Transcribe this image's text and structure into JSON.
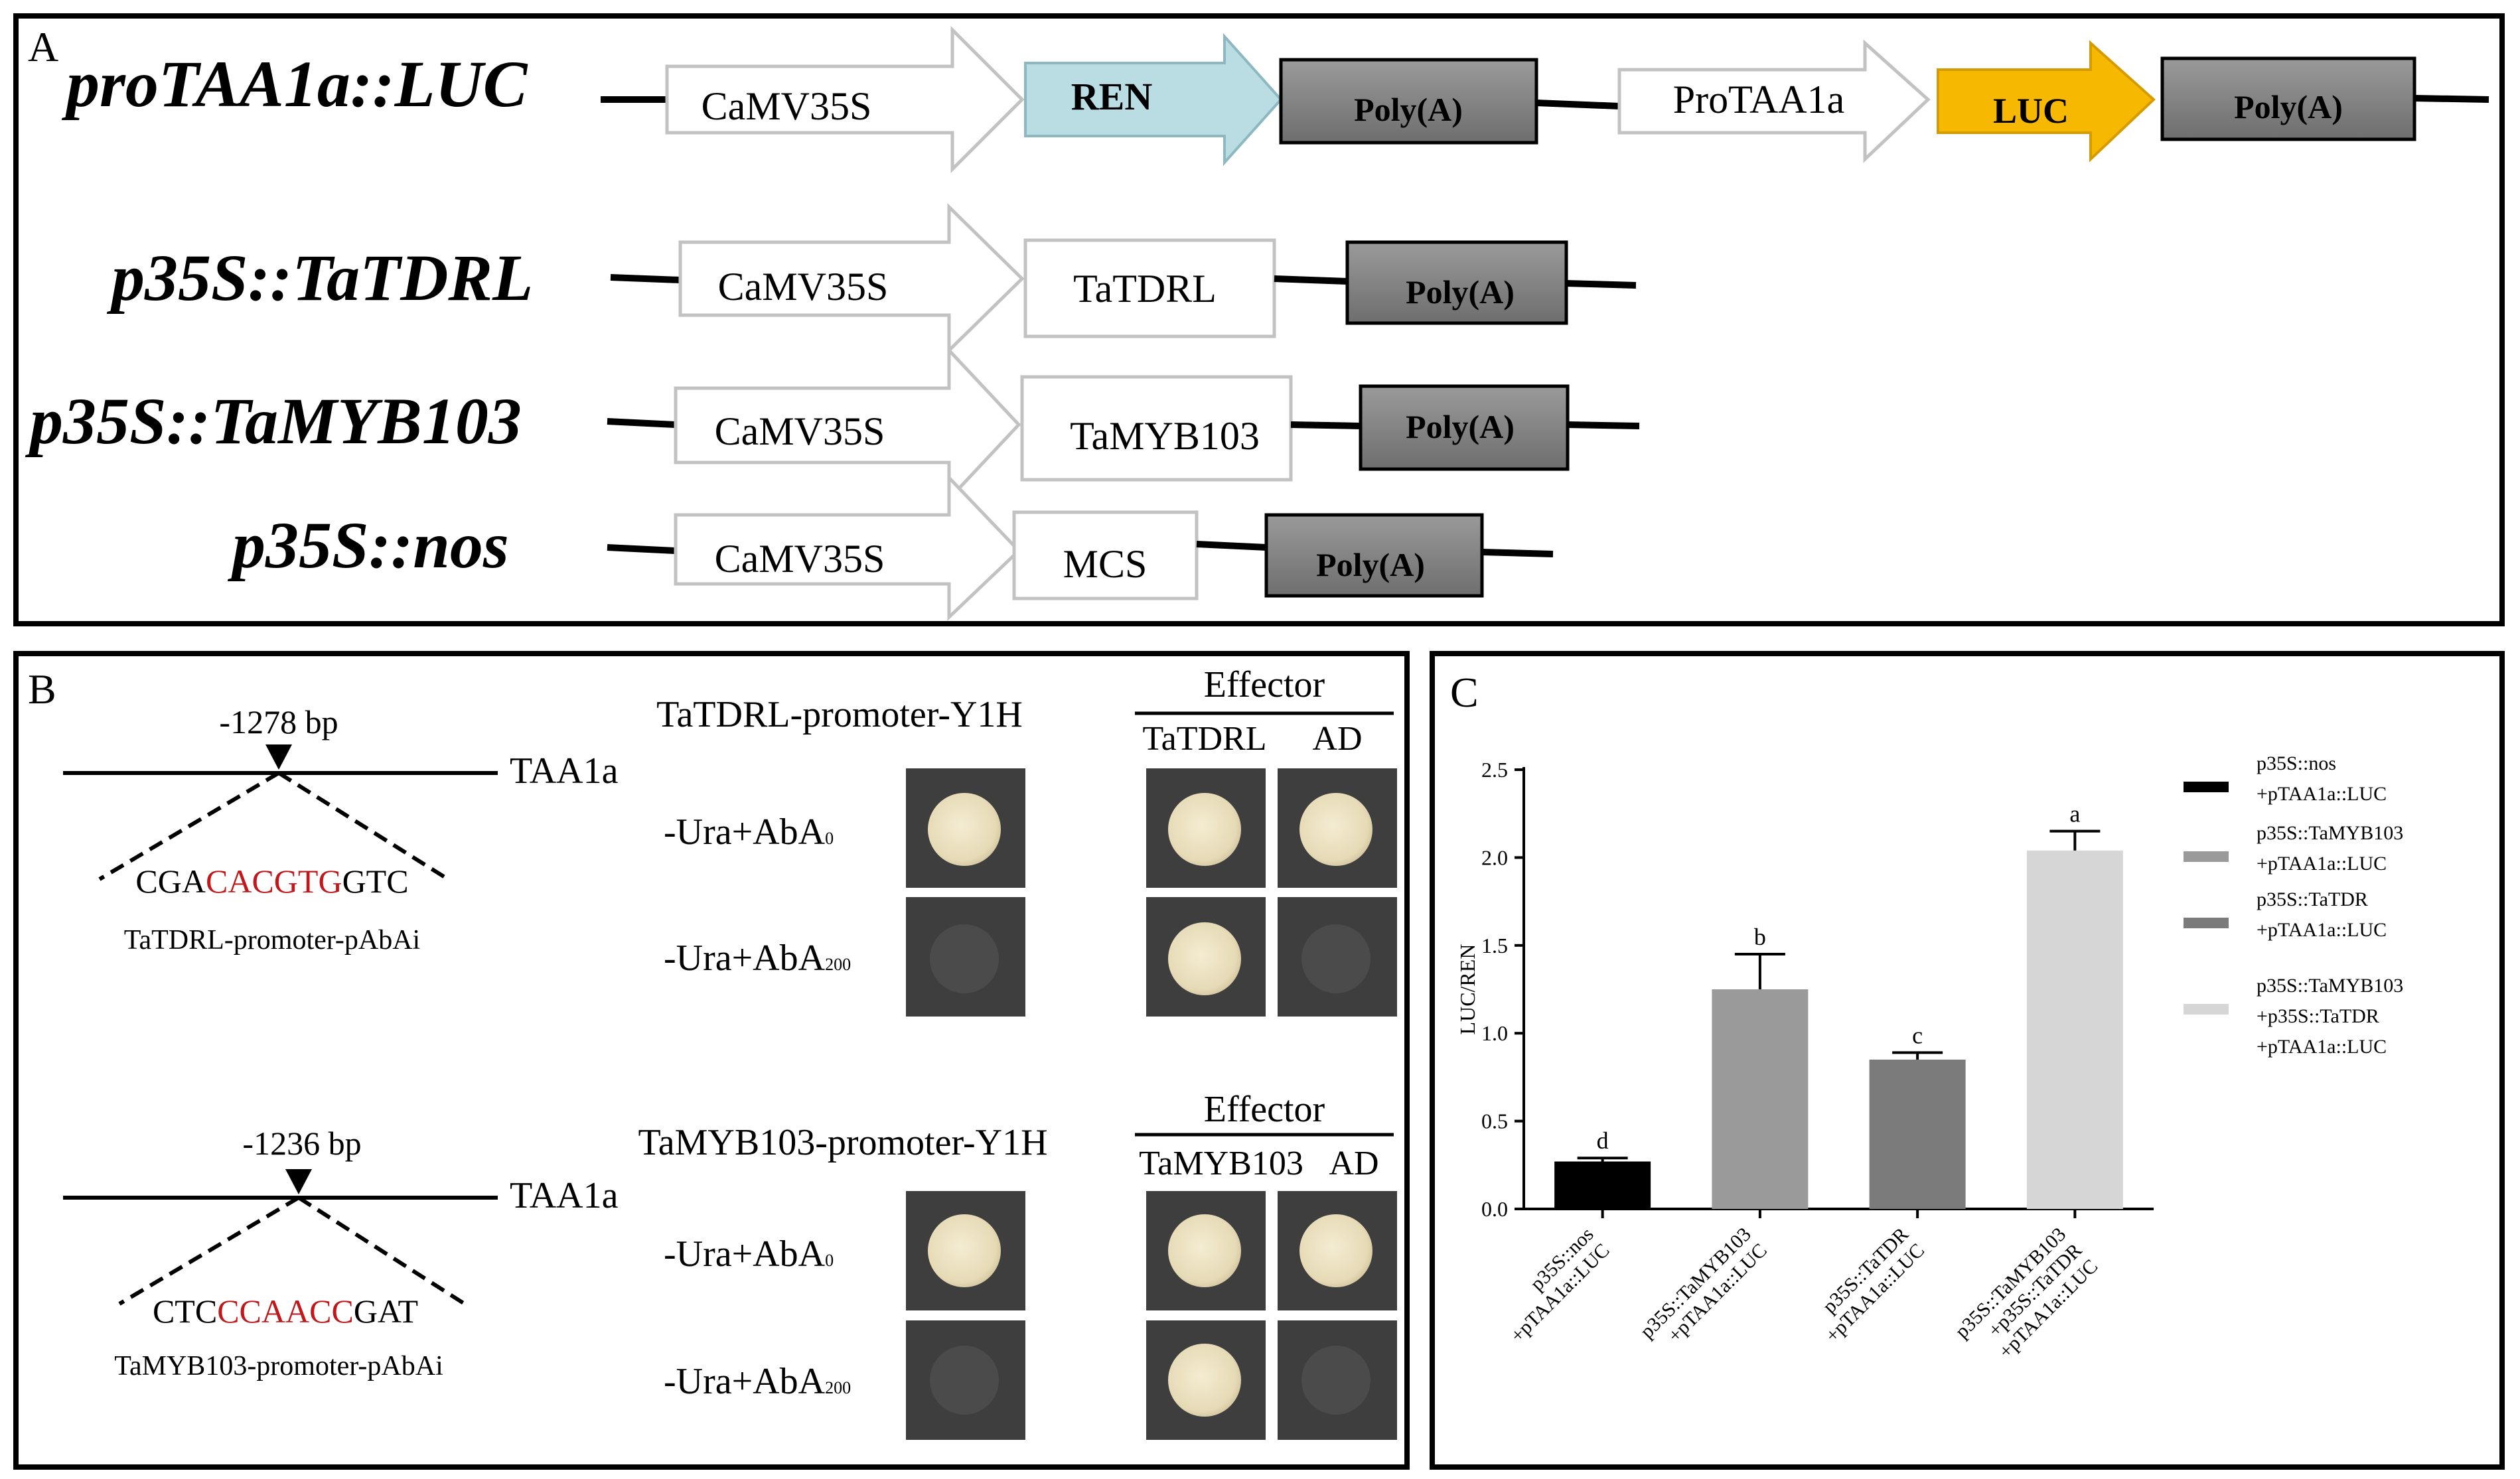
{
  "panel_a": {
    "letter": "A",
    "constructs": [
      {
        "name": "proTAA1a::LUC",
        "parts": [
          {
            "label": "CaMV35S",
            "kind": "promoter-arrow"
          },
          {
            "label": "REN",
            "kind": "reporter-arrow",
            "color": "#b9dde3"
          },
          {
            "label": "Poly(A)",
            "kind": "terminator"
          },
          {
            "label": "ProTAA1a",
            "kind": "promoter-arrow"
          },
          {
            "label": "LUC",
            "kind": "reporter-arrow",
            "color": "#f6b800"
          },
          {
            "label": "Poly(A)",
            "kind": "terminator"
          }
        ]
      },
      {
        "name": "p35S::TaTDRL",
        "parts": [
          {
            "label": "CaMV35S",
            "kind": "promoter-arrow"
          },
          {
            "label": "TaTDRL",
            "kind": "box"
          },
          {
            "label": "Poly(A)",
            "kind": "terminator"
          }
        ]
      },
      {
        "name": "p35S::TaMYB103",
        "parts": [
          {
            "label": "CaMV35S",
            "kind": "promoter-arrow"
          },
          {
            "label": "TaMYB103",
            "kind": "box"
          },
          {
            "label": "Poly(A)",
            "kind": "terminator"
          }
        ]
      },
      {
        "name": "p35S::nos",
        "parts": [
          {
            "label": "CaMV35S",
            "kind": "promoter-arrow"
          },
          {
            "label": "MCS",
            "kind": "box"
          },
          {
            "label": "Poly(A)",
            "kind": "terminator"
          }
        ]
      }
    ]
  },
  "panel_b": {
    "letter": "B",
    "assays": [
      {
        "site": "-1278 bp",
        "gene": "TAA1a",
        "seq_left": "CGA",
        "seq_motif": "CACGTG",
        "seq_right": "GTC",
        "bait": "TaTDRL-promoter-pAbAi",
        "title": "TaTDRL-promoter-Y1H",
        "effector_label": "Effector",
        "effector_cols": [
          "TaTDRL",
          "AD"
        ],
        "rows": [
          {
            "medium": "-Ura+AbA",
            "conc": "0",
            "growth": [
              true,
              true,
              true
            ]
          },
          {
            "medium": "-Ura+AbA",
            "conc": "200",
            "growth": [
              false,
              true,
              false
            ]
          }
        ]
      },
      {
        "site": "-1236 bp",
        "gene": "TAA1a",
        "seq_left": "CTC",
        "seq_motif": "CCAACC",
        "seq_right": "GAT",
        "bait": "TaMYB103-promoter-pAbAi",
        "title": "TaMYB103-promoter-Y1H",
        "effector_label": "Effector",
        "effector_cols": [
          "TaMYB103",
          "AD"
        ],
        "rows": [
          {
            "medium": "-Ura+AbA",
            "conc": "0",
            "growth": [
              true,
              true,
              true
            ]
          },
          {
            "medium": "-Ura+AbA",
            "conc": "200",
            "growth": [
              false,
              true,
              false
            ]
          }
        ]
      }
    ],
    "colors": {
      "motif": "#c0181b",
      "colony": "#ece2c2",
      "plate": "#3e3e3e"
    }
  },
  "panel_c": {
    "letter": "C",
    "chart_data": {
      "type": "bar",
      "ylabel": "LUC/REN",
      "ylim": [
        0,
        2.5
      ],
      "yticks": [
        "0.0",
        "0.5",
        "1.0",
        "1.5",
        "2.0",
        "2.5"
      ],
      "categories": [
        [
          "p35S::nos",
          "+pTAA1a::LUC"
        ],
        [
          "p35S::TaMYB103",
          "+pTAA1a::LUC"
        ],
        [
          "p35S::TaTDR",
          "+pTAA1a::LUC"
        ],
        [
          "p35S::TaMYB103",
          "+p35S::TaTDR",
          "+pTAA1a::LUC"
        ]
      ],
      "values": [
        0.27,
        1.25,
        0.85,
        2.04
      ],
      "errors": [
        0.02,
        0.2,
        0.04,
        0.11
      ],
      "significance": [
        "d",
        "b",
        "c",
        "a"
      ],
      "colors": [
        "#000000",
        "#9a9a9a",
        "#7b7b7b",
        "#d6d6d6"
      ],
      "legend": [
        [
          "p35S::nos",
          "+pTAA1a::LUC"
        ],
        [
          "p35S::TaMYB103",
          "+pTAA1a::LUC"
        ],
        [
          "p35S::TaTDR",
          "+pTAA1a::LUC"
        ],
        [
          "p35S::TaMYB103",
          "+p35S::TaTDR",
          "+pTAA1a::LUC"
        ]
      ],
      "legend_position": "right",
      "grid": false
    }
  }
}
